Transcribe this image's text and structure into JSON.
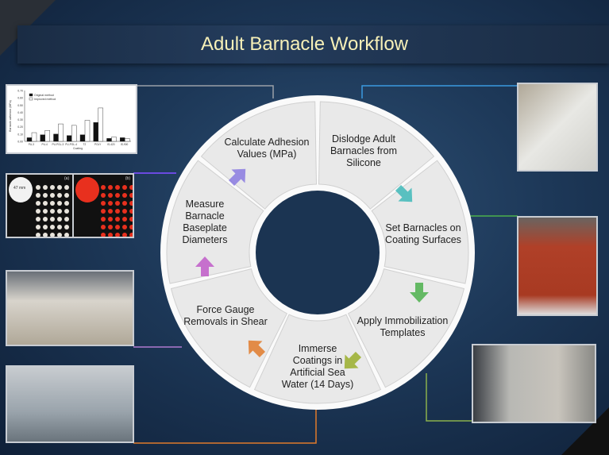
{
  "title": "Adult Barnacle Workflow",
  "steps": [
    {
      "label": "Dislodge Adult Barnacles from Silicone",
      "lines": [
        "Dislodge Adult",
        "Barnacles from",
        "Silicone"
      ],
      "arrow_color": "#3fb8b8"
    },
    {
      "label": "Set Barnacles on Coating Surfaces",
      "lines": [
        "Set Barnacles on",
        "Coating Surfaces"
      ],
      "arrow_color": "#4cb04c"
    },
    {
      "label": "Apply Immobilization Templates",
      "lines": [
        "Apply Immobilization",
        "Templates"
      ],
      "arrow_color": "#9aae2c"
    },
    {
      "label": "Immerse Coatings in Artificial Sea Water (14 Days)",
      "lines": [
        "Immerse",
        "Coatings in",
        "Artificial Sea",
        "Water (14 Days)"
      ],
      "arrow_color": "#e07a2a"
    },
    {
      "label": "Force Gauge Removals in Shear",
      "lines": [
        "Force Gauge",
        "Removals in Shear"
      ],
      "arrow_color": "#c05ac8"
    },
    {
      "label": "Measure Barnacle Baseplate Diameters",
      "lines": [
        "Measure",
        "Barnacle",
        "Baseplate",
        "Diameters"
      ],
      "arrow_color": "#8a7ae0"
    },
    {
      "label": "Calculate Adhesion Values (MPa)",
      "lines": [
        "Calculate Adhesion",
        "Values (MPa)"
      ],
      "arrow_color": "#8a7ae0"
    }
  ],
  "photos": {
    "baseplate": {
      "label_a": "(a)",
      "label_b": "(b)",
      "scale": "47 mm"
    }
  },
  "adhesion_chart": {
    "type": "bar",
    "ylabel": "Barnacle adhesion (MPa)",
    "xlabel": "Coating",
    "ylim": [
      0,
      0.7
    ],
    "yticks": [
      "0.00",
      "0.10",
      "0.20",
      "0.30",
      "0.40",
      "0.50",
      "0.60",
      "0.70"
    ],
    "categories": [
      "PU-3",
      "PU-4",
      "PU-PGL-3",
      "PU-PGL-4",
      "T2",
      "POLY",
      "IS-420",
      "IS-900"
    ],
    "series": [
      {
        "name": "Original method",
        "color": "#111111",
        "values": [
          0.05,
          0.09,
          0.1,
          0.08,
          0.09,
          0.26,
          0.04,
          0.05
        ]
      },
      {
        "name": "Improved method",
        "color": "#ffffff",
        "values": [
          0.12,
          0.15,
          0.24,
          0.22,
          0.29,
          0.46,
          0.06,
          0.04
        ]
      }
    ],
    "legend": "top-left"
  },
  "colors": {
    "title": "#f6f0b8",
    "wheel": "#ececec",
    "background": "#1d3858"
  }
}
